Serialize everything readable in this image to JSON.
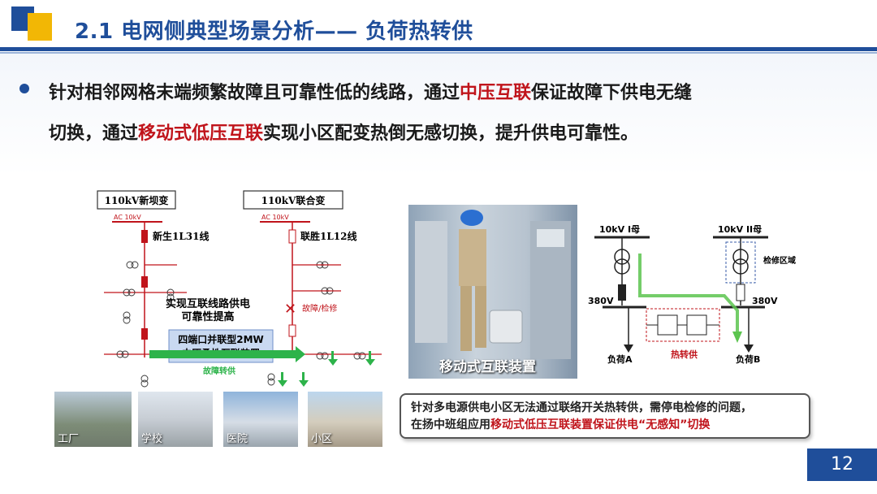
{
  "header": {
    "title": "2.1 电网侧典型场景分析—— 负荷热转供"
  },
  "bullet": {
    "line1_a": "针对相邻网格末端频繁故障且可靠性低的线路，通过",
    "line1_red": "中压互联",
    "line1_b": "保证故障下供电无缝",
    "line2_a": "切换，通过",
    "line2_red": "移动式低压互联",
    "line2_b": "实现小区配变热倒无感切换，提升供电可靠性。"
  },
  "left_diagram": {
    "sub1": "110kV新坝变",
    "sub2": "110kV联合变",
    "ac1": "AC 10kV",
    "ac2": "AC 10kV",
    "line1": "新生1L31线",
    "line2": "联胜1L12线",
    "reliability": "实现互联线路供电\n可靠性提高",
    "fault": "故障/检修",
    "device": "四端口并联型2MW\n中压柔性互联装置",
    "transfer": "故障转供"
  },
  "photos": [
    {
      "label": "工厂"
    },
    {
      "label": "学校"
    },
    {
      "label": "医院"
    },
    {
      "label": "小区"
    }
  ],
  "device_photo": {
    "label": "移动式互联装置"
  },
  "right_diagram": {
    "bus1": "10kV I母",
    "bus2": "10kV II母",
    "maint": "检修区域",
    "v1": "380V",
    "v2": "380V",
    "load_a": "负荷A",
    "load_b": "负荷B",
    "hot": "热转供"
  },
  "callout": {
    "line1": "针对多电源供电小区无法通过联络开关热转供，需停电检修的问题，",
    "line2_a": "在扬中班组应用",
    "line2_red": "移动式低压互联装置保证供电“无感知”切换"
  },
  "page": {
    "number": "12"
  },
  "colors": {
    "primary": "#1f4e9a",
    "accent": "#f2b705",
    "highlight": "#c0141b",
    "flow": "#2db34a"
  }
}
